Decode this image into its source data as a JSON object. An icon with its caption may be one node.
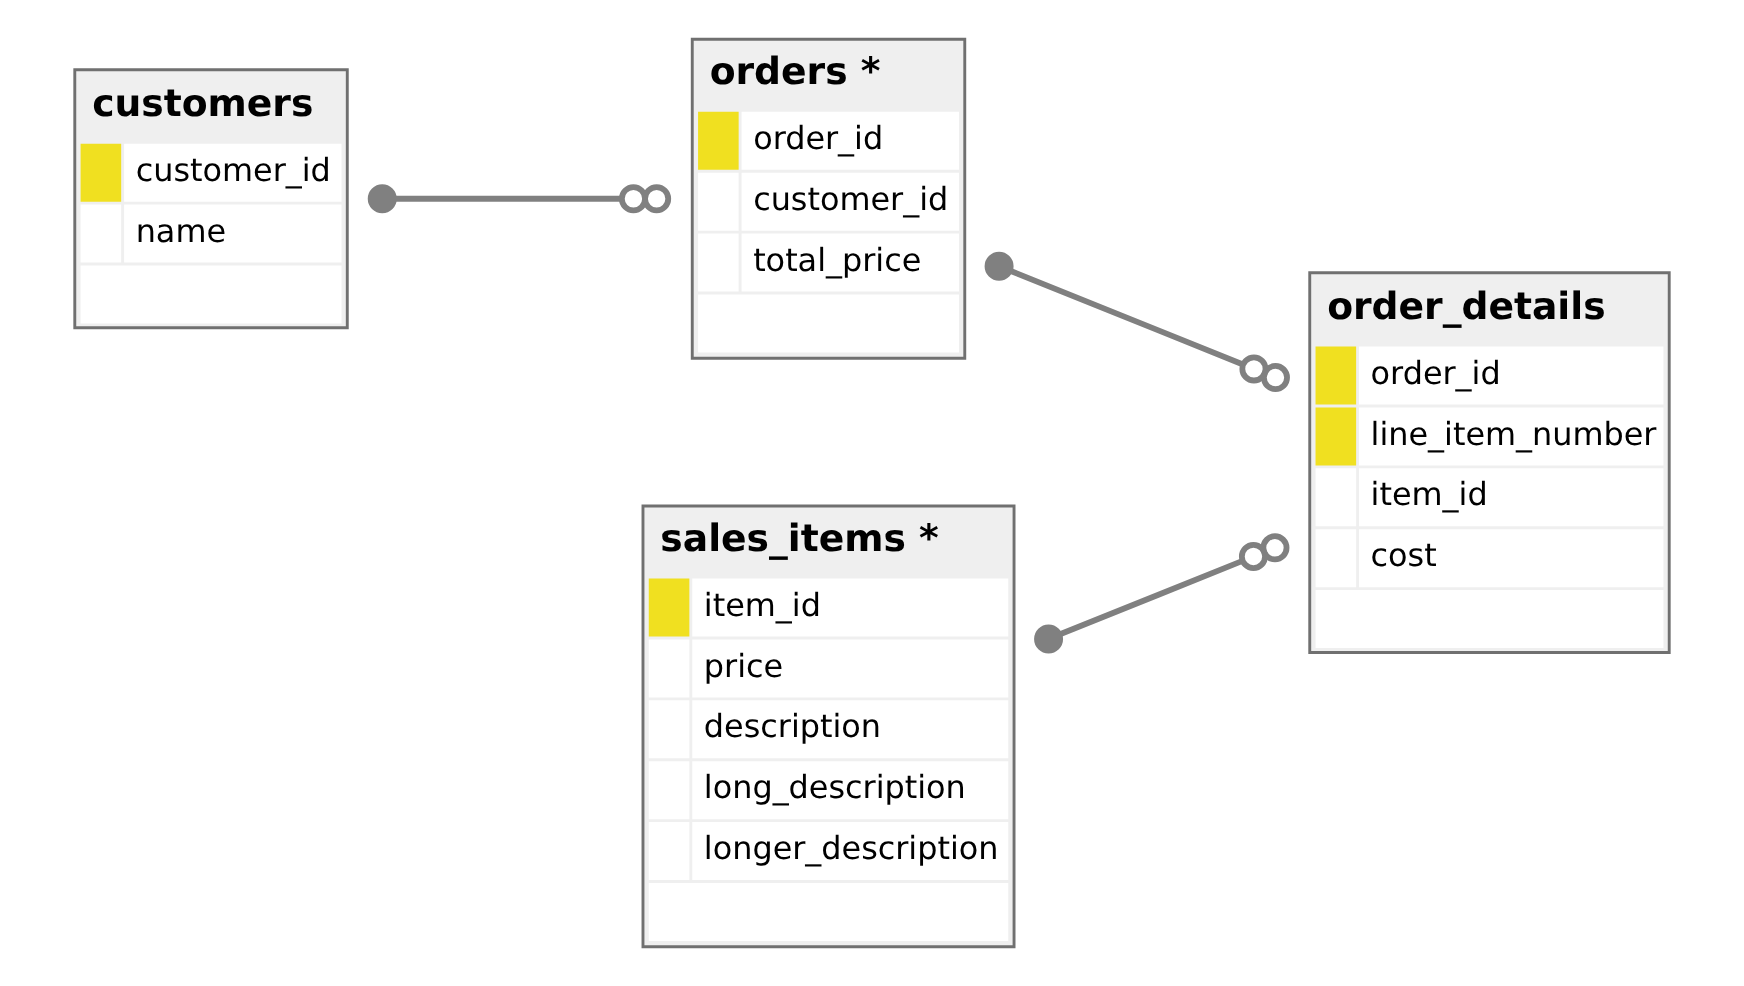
{
  "diagram": {
    "nodes": [
      {
        "text": [
          "customers",
          "customer_id",
          "name"
        ]
      },
      {
        "text": [
          "orders *",
          "order_id",
          "customer_id",
          "total_price"
        ]
      },
      {
        "text": [
          "order_details",
          "order_id",
          "line_item_number",
          "item_id",
          "cost"
        ]
      },
      {
        "text": [
          "sales_items *",
          "item_id",
          "price",
          "description",
          "long_description",
          "longer_description"
        ]
      }
    ],
    "edges": [
      {
        "from": 0,
        "to": 1,
        "arrow": "other"
      },
      {
        "from": 1,
        "to": 2,
        "arrow": "other"
      },
      {
        "from": 3,
        "to": 2,
        "arrow": "other"
      }
    ]
  }
}
